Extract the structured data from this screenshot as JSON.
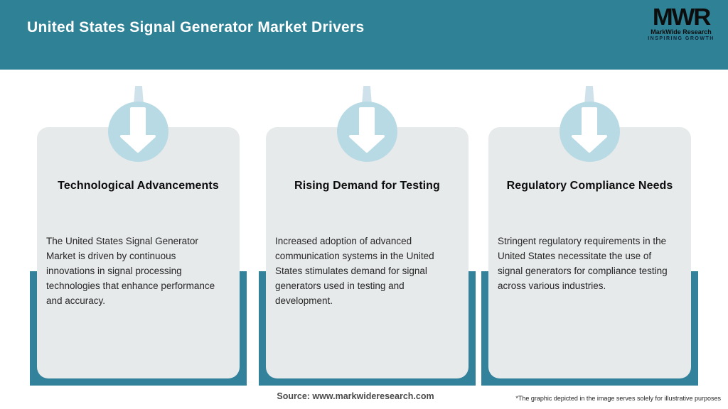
{
  "header": {
    "title": "United States Signal Generator Market Drivers",
    "logo": {
      "monogram": "MWR",
      "company": "MarkWide Research",
      "tagline": "INSPIRING GROWTH"
    }
  },
  "cards": [
    {
      "icon": "arrow-down-icon",
      "title": "Technological Advancements",
      "body": "The United States Signal Generator\nMarket is driven by continuous\ninnovations in signal processing\ntechnologies that enhance performance\nand accuracy."
    },
    {
      "icon": "arrow-down-icon",
      "title": "Rising Demand for Testing",
      "body": "Increased adoption of advanced\ncommunication systems in the United\nStates stimulates demand for signal\ngenerators used in testing and\ndevelopment."
    },
    {
      "icon": "arrow-down-icon",
      "title": "Regulatory Compliance Needs",
      "body": "Stringent regulatory requirements in the\nUnited States necessitate the use of\nsignal generators for compliance testing\nacross various industries."
    }
  ],
  "footer": {
    "source": "Source: www.markwideresearch.com",
    "disclaimer": "*The graphic depicted in the image serves solely for illustrative purposes"
  },
  "colors": {
    "header_bg": "#2F8296",
    "accent_bar": "#33829B",
    "card_bg": "#E7EAEB",
    "icon_circle": "#B8DAE5",
    "arrow": "#FFFFFF",
    "title_text": "#FFFFFF",
    "card_title_text": "#0D0D0D",
    "card_body_text": "#262626"
  }
}
